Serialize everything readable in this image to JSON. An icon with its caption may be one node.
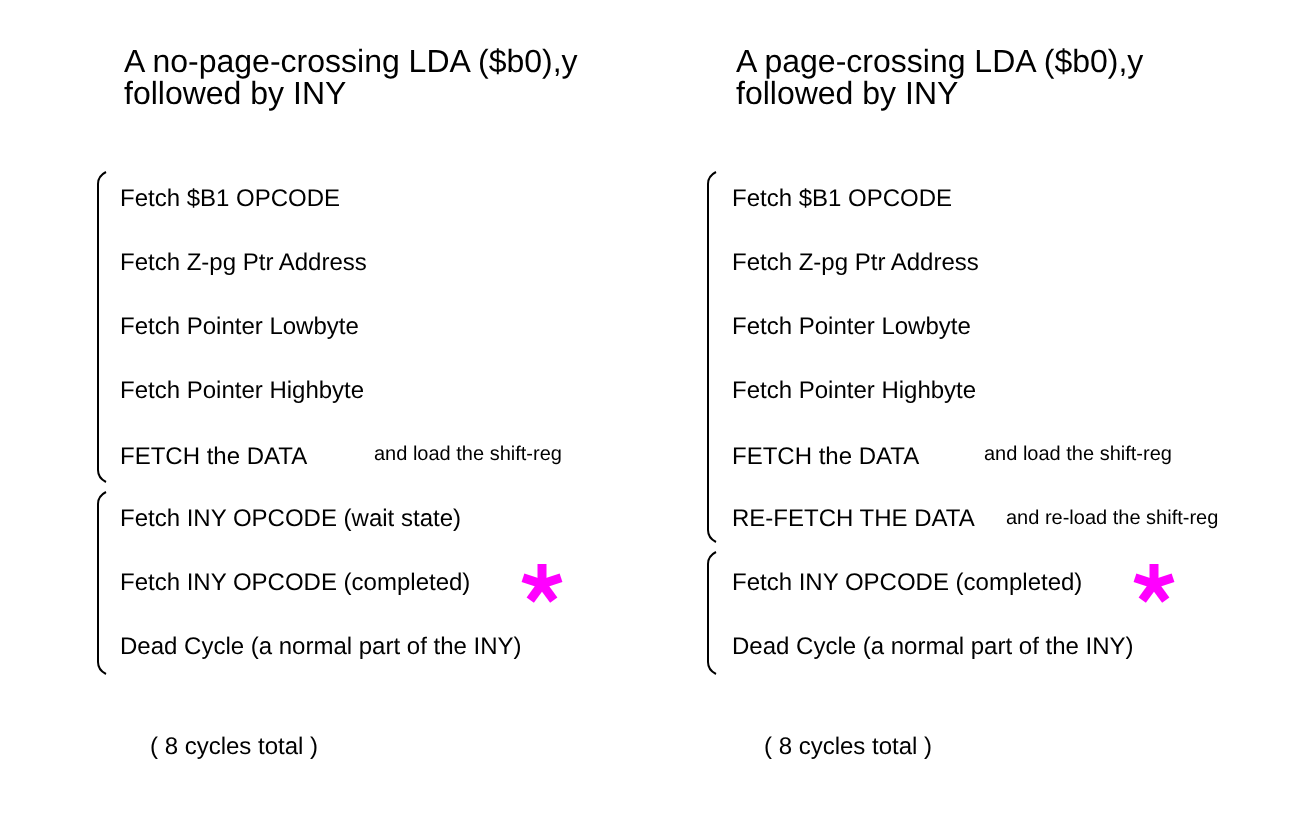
{
  "diagram": {
    "labels": [
      "A no-page-crossing LDA ($b0),y followed by INY",
      "Fetch $B1 OPCODE",
      "Fetch Z-pg Ptr Address",
      "Fetch Pointer Lowbyte",
      "Fetch Pointer Highbyte",
      "FETCH the DATA",
      "and load the shift-reg",
      "Fetch INY OPCODE (wait state)",
      "Fetch INY OPCODE (completed)",
      "Dead Cycle (a normal part of the INY)",
      "( 8 cycles total )",
      "A page-crossing LDA ($b0),y followed by INY",
      "Fetch $B1 OPCODE",
      "Fetch Z-pg Ptr Address",
      "Fetch Pointer Lowbyte",
      "Fetch Pointer Highbyte",
      "FETCH the DATA",
      "and load the shift-reg",
      "RE-FETCH THE DATA",
      "and re-load the shift-reg",
      "Fetch INY OPCODE (completed)",
      "Dead Cycle (a normal part of the INY)",
      "( 8 cycles total )"
    ]
  }
}
